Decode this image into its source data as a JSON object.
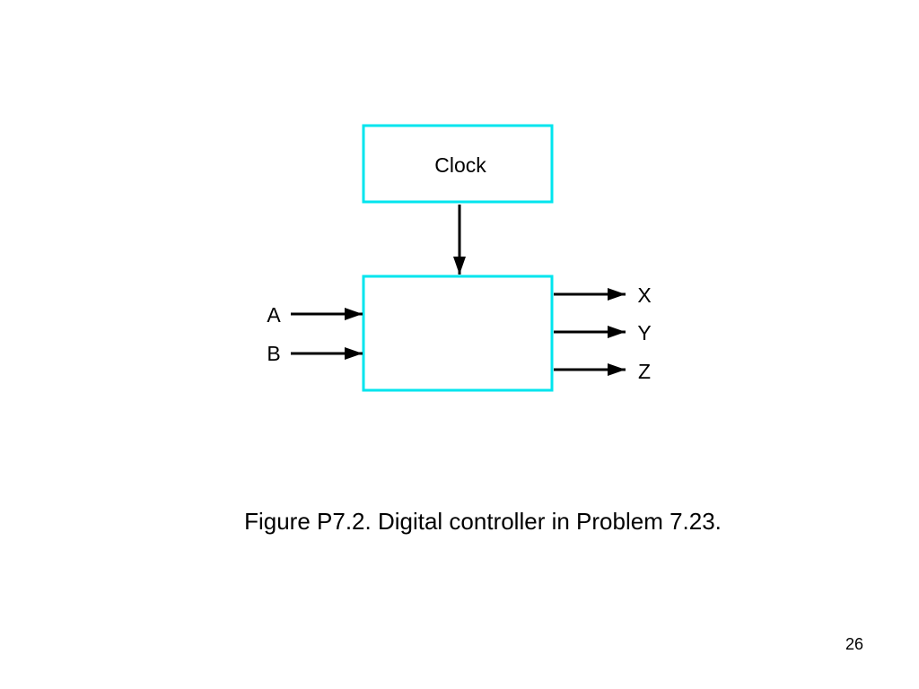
{
  "diagram": {
    "clock_label": "Clock",
    "inputs": [
      "A",
      "B"
    ],
    "outputs": [
      "X",
      "Y",
      "Z"
    ],
    "box_border_color": "#00e5ee",
    "line_color": "#000000"
  },
  "caption": "Figure P7.2. Digital controller in Problem 7.23.",
  "page_number": "26"
}
